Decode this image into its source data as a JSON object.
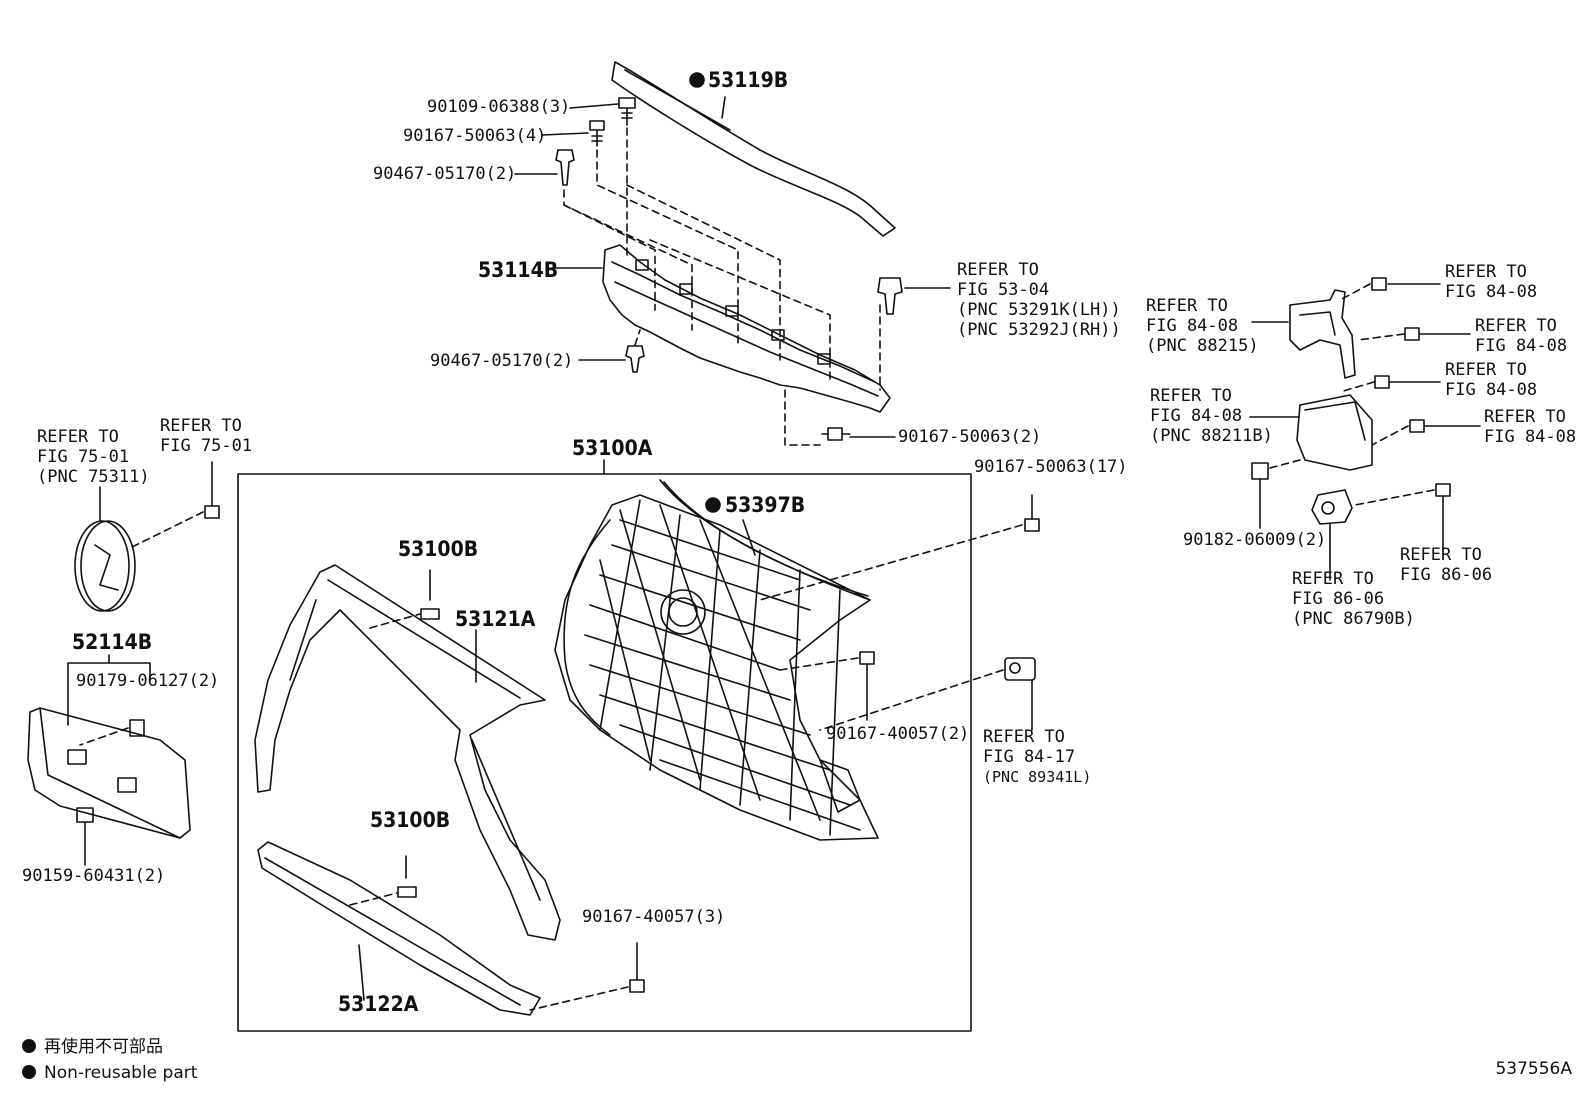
{
  "diagram": {
    "drawing_code": "537556A",
    "legend": {
      "line1": "再使用不可部品",
      "line2": "Non-reusable part"
    },
    "parts": {
      "p53119B": "53119B",
      "p90109_06388": "90109-06388(3)",
      "p90167_50063_4": "90167-50063(4)",
      "p90467_05170_top": "90467-05170(2)",
      "p53114B": "53114B",
      "p90467_05170_bot": "90467-05170(2)",
      "p90167_50063_2": "90167-50063(2)",
      "p53100A": "53100A",
      "p53397B": "53397B",
      "p90167_50063_17": "90167-50063(17)",
      "p53100B_top": "53100B",
      "p53121A": "53121A",
      "p53100B_bot": "53100B",
      "p90167_40057_2": "90167-40057(2)",
      "p90167_40057_3": "90167-40057(3)",
      "p53122A": "53122A",
      "p52114B": "52114B",
      "p90179_06127": "90179-06127(2)",
      "p90159_60431": "90159-60431(2)",
      "p90182_06009": "90182-06009(2)"
    },
    "refs": {
      "r_fig53_04": [
        "REFER TO",
        "FIG 53-04",
        "(PNC 53291K(LH))",
        "(PNC 53292J(RH))"
      ],
      "r_fig75_emblem": [
        "REFER TO",
        "FIG 75-01",
        "(PNC 75311)"
      ],
      "r_fig75_bolt": [
        "REFER TO",
        "FIG 75-01"
      ],
      "r_fig84_17": [
        "REFER TO",
        "FIG 84-17",
        "(PNC 89341L)"
      ],
      "r_fig84_08_a": [
        "REFER TO",
        "FIG 84-08"
      ],
      "r_fig84_08_bracket": [
        "REFER TO",
        "FIG 84-08",
        "(PNC 88215)"
      ],
      "r_fig84_08_b": [
        "REFER TO",
        "FIG 84-08"
      ],
      "r_fig84_08_c": [
        "REFER TO",
        "FIG 84-08"
      ],
      "r_fig84_08_sensor": [
        "REFER TO",
        "FIG 84-08",
        "(PNC 88211B)"
      ],
      "r_fig84_08_d": [
        "REFER TO",
        "FIG 84-08"
      ],
      "r_fig86_06_cam": [
        "REFER TO",
        "FIG 86-06",
        "(PNC 86790B)"
      ],
      "r_fig86_06_bolt": [
        "REFER TO",
        "FIG 86-06"
      ]
    }
  }
}
